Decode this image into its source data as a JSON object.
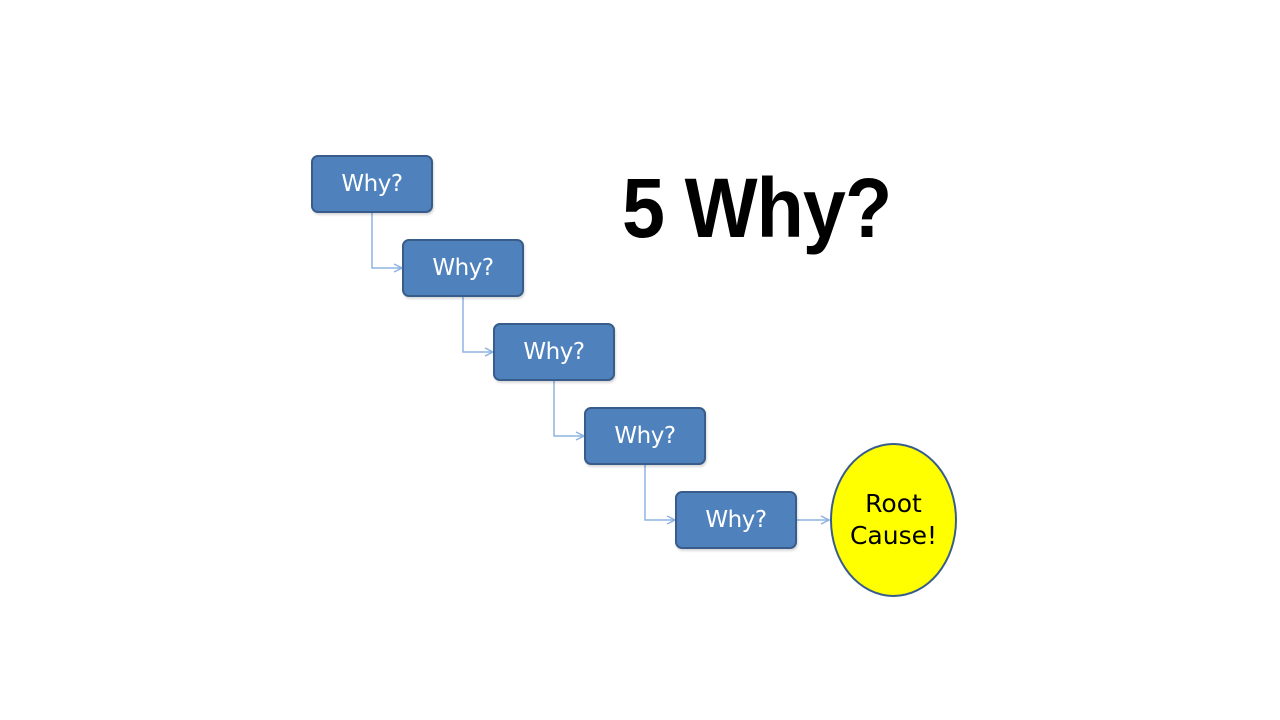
{
  "title": "5 Why?",
  "steps": [
    {
      "label": "Why?"
    },
    {
      "label": "Why?"
    },
    {
      "label": "Why?"
    },
    {
      "label": "Why?"
    },
    {
      "label": "Why?"
    }
  ],
  "result": {
    "line1": "Root",
    "line2": "Cause!"
  },
  "colors": {
    "box_fill": "#4f81bd",
    "box_border": "#385d8a",
    "root_fill": "#ffff00",
    "connector": "#8db3e2"
  }
}
